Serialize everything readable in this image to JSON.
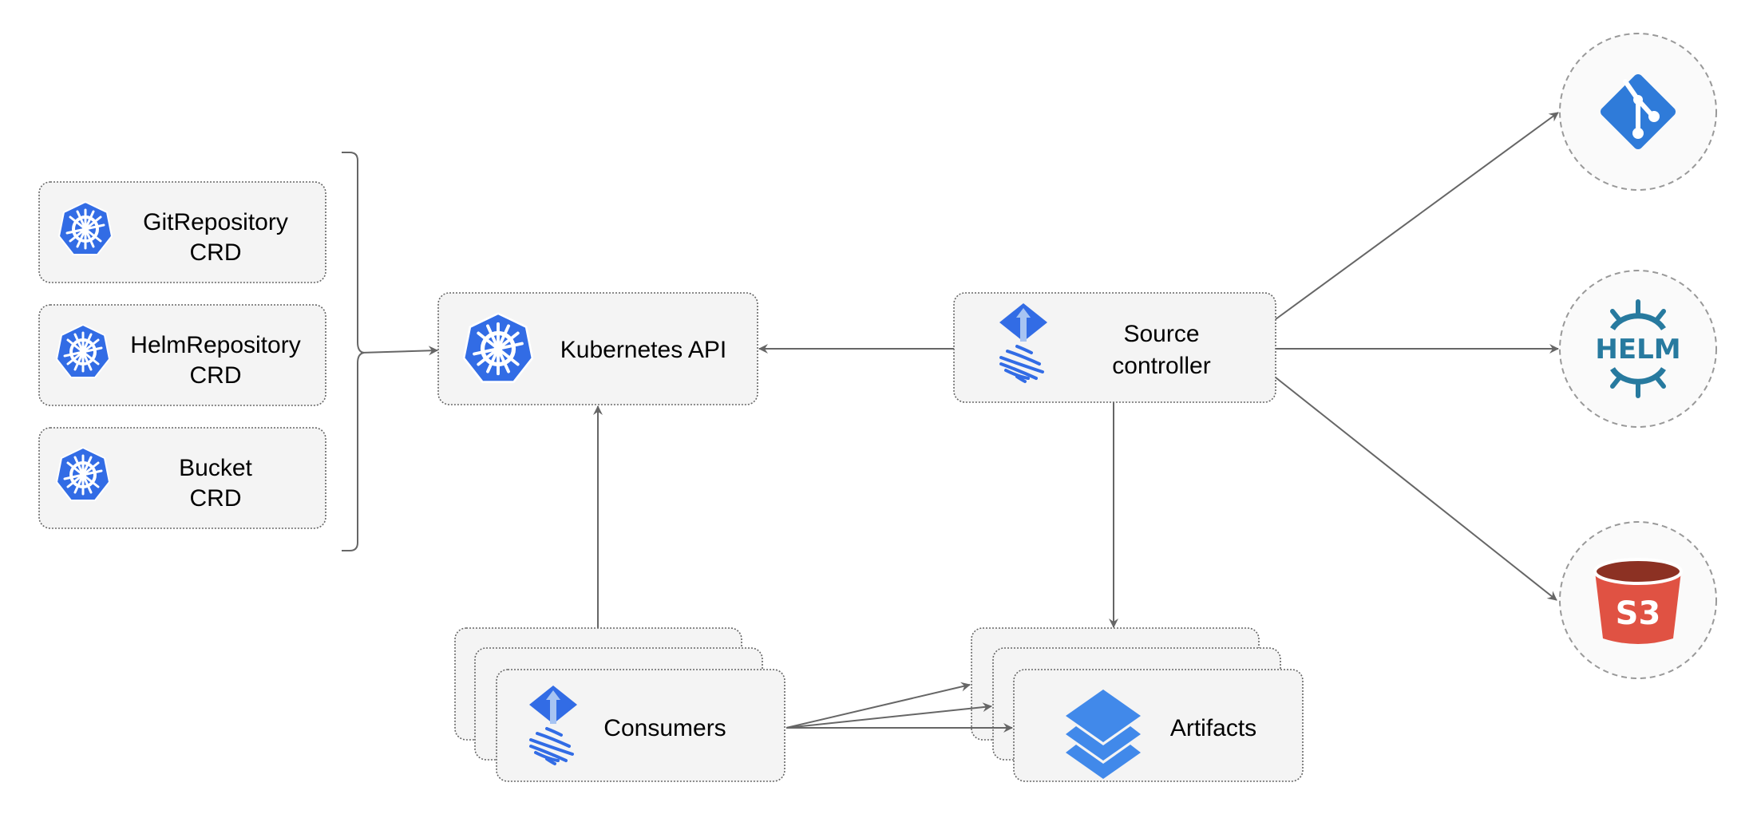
{
  "crds": [
    {
      "line1": "GitRepository",
      "line2": "CRD"
    },
    {
      "line1": "HelmRepository",
      "line2": "CRD"
    },
    {
      "line1": "Bucket",
      "line2": "CRD"
    }
  ],
  "kubernetes_api": {
    "label": "Kubernetes API"
  },
  "source_controller": {
    "line1": "Source",
    "line2": "controller"
  },
  "consumers": {
    "label": "Consumers"
  },
  "artifacts": {
    "label": "Artifacts"
  },
  "sources": {
    "helm_text": "HELM",
    "s3_text": "S3"
  },
  "colors": {
    "k8s_blue": "#326ce5",
    "git_blue": "#2f7bd9",
    "helm_teal": "#277a9f",
    "s3_red": "#e05243",
    "s3_dark": "#8c3123",
    "layers_blue": "#4189ea"
  }
}
